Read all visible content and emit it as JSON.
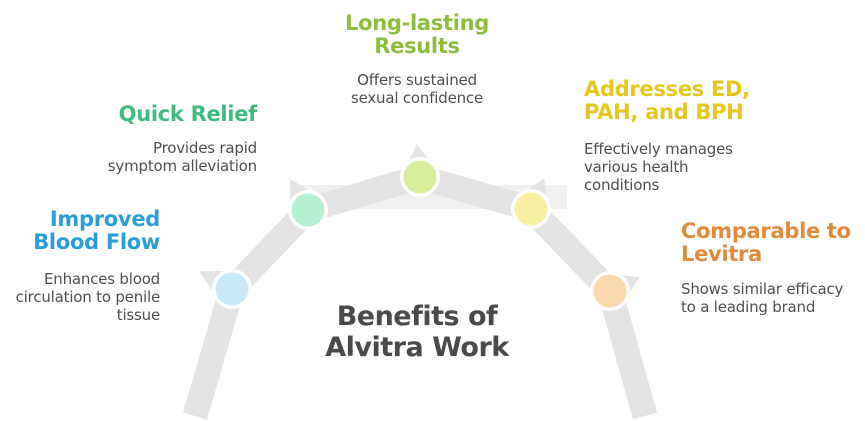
{
  "title": {
    "lines": [
      "Benefits of",
      "Alvitra Work"
    ],
    "color": "#4a4a4a"
  },
  "colors": {
    "body_text": "#4f4f4f",
    "background": "#ffffff"
  },
  "ribbon": {
    "color": "#e4e4e4",
    "light_band_color": "#f1f1f1",
    "node_ring_color": "#ffffff"
  },
  "benefits": [
    {
      "name": "improved-blood-flow",
      "heading_lines": [
        "Improved",
        "Blood Flow"
      ],
      "description_lines": [
        "Enhances blood",
        "circulation to penile",
        "tissue"
      ],
      "accent_color": "#2b9ed8",
      "circle_color": "#c9eaf8"
    },
    {
      "name": "quick-relief",
      "heading_lines": [
        "Quick Relief"
      ],
      "description_lines": [
        "Provides rapid",
        "symptom alleviation"
      ],
      "accent_color": "#3fbc7d",
      "circle_color": "#b4f0d2"
    },
    {
      "name": "long-lasting-results",
      "heading_lines": [
        "Long-lasting",
        "Results"
      ],
      "description_lines": [
        "Offers sustained",
        "sexual confidence"
      ],
      "accent_color": "#8fbe3f",
      "circle_color": "#d8ee9c"
    },
    {
      "name": "addresses-ed-pah-bph",
      "heading_lines": [
        "Addresses ED,",
        "PAH, and BPH"
      ],
      "description_lines": [
        "Effectively manages",
        "various health",
        "conditions"
      ],
      "accent_color": "#e4c81d",
      "circle_color": "#f9f0a1"
    },
    {
      "name": "comparable-to-levitra",
      "heading_lines": [
        "Comparable to",
        "Levitra"
      ],
      "description_lines": [
        "Shows similar efficacy",
        "to a leading brand"
      ],
      "accent_color": "#e08a3c",
      "circle_color": "#fbd9ae"
    }
  ]
}
